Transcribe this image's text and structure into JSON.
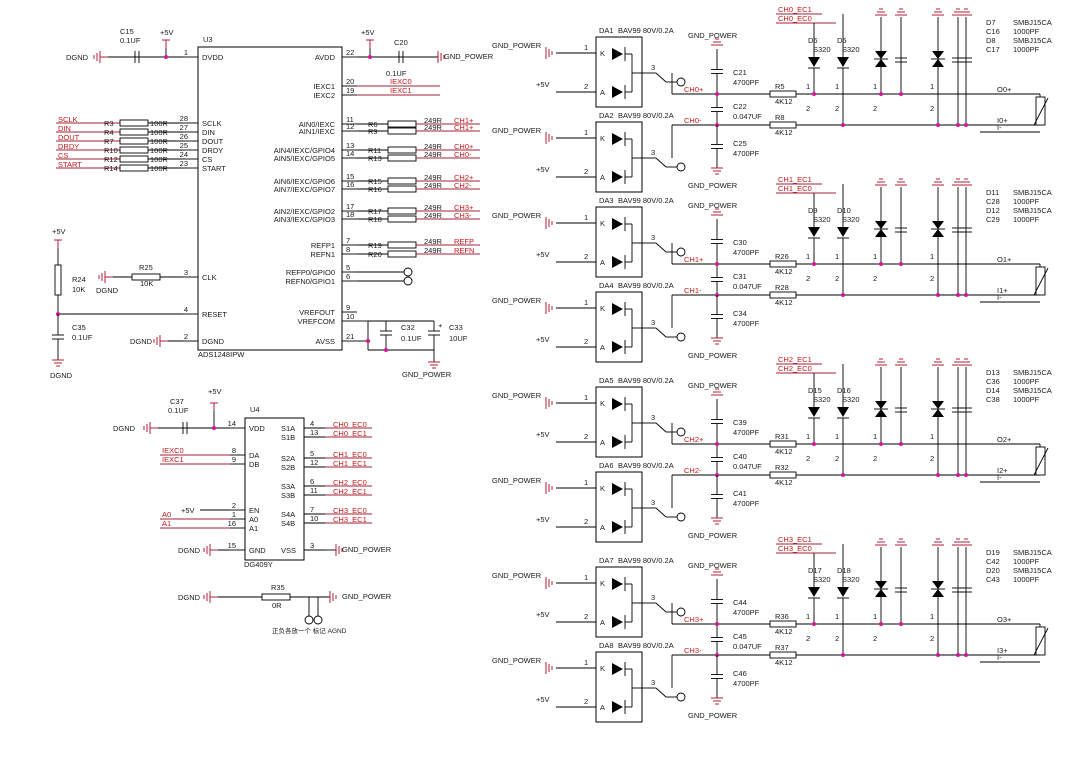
{
  "u3": {
    "ref": "U3",
    "part": "ADS1248IPW",
    "left_pins": [
      {
        "num": "1",
        "name": "DVDD"
      },
      {
        "num": "28",
        "name": "SCLK"
      },
      {
        "num": "27",
        "name": "DIN"
      },
      {
        "num": "26",
        "name": "DOUT"
      },
      {
        "num": "25",
        "name": "DRDY"
      },
      {
        "num": "24",
        "name": "CS"
      },
      {
        "num": "23",
        "name": "START"
      },
      {
        "num": "3",
        "name": "CLK"
      },
      {
        "num": "4",
        "name": "RESET"
      },
      {
        "num": "2",
        "name": "DGND"
      }
    ],
    "right_pins": [
      {
        "num": "22",
        "name": "AVDD"
      },
      {
        "num": "20",
        "name": "IEXC1"
      },
      {
        "num": "19",
        "name": "IEXC2"
      },
      {
        "num": "11",
        "name": "AIN0/IEXC"
      },
      {
        "num": "12",
        "name": "AIN1/IEXC"
      },
      {
        "num": "13",
        "name": "AIN4/IEXC/GPIO4"
      },
      {
        "num": "14",
        "name": "AIN5/IEXC/GPIO5"
      },
      {
        "num": "15",
        "name": "AIN6/IEXC/GPIO6"
      },
      {
        "num": "16",
        "name": "AIN7/IEXC/GPIO7"
      },
      {
        "num": "17",
        "name": "AIN2/IEXC/GPIO2"
      },
      {
        "num": "18",
        "name": "AIN3/IEXC/GPIO3"
      },
      {
        "num": "7",
        "name": "REFP1"
      },
      {
        "num": "8",
        "name": "REFN1"
      },
      {
        "num": "5",
        "name": "REFP0/GPIO0"
      },
      {
        "num": "6",
        "name": "REFN0/GPIO1"
      },
      {
        "num": "9",
        "name": "VREFOUT"
      },
      {
        "num": "10",
        "name": "VREFCOM"
      },
      {
        "num": "21",
        "name": "AVSS"
      }
    ]
  },
  "digital_resistors": [
    {
      "net": "SCLK",
      "ref": "R3",
      "val": "100R"
    },
    {
      "net": "DIN",
      "ref": "R4",
      "val": "100R"
    },
    {
      "net": "DOUT",
      "ref": "R7",
      "val": "100R"
    },
    {
      "net": "DRDY",
      "ref": "R10",
      "val": "100R"
    },
    {
      "net": "CS",
      "ref": "R12",
      "val": "100R"
    },
    {
      "net": "START",
      "ref": "R14",
      "val": "100R"
    }
  ],
  "analog_resistors": [
    {
      "ref": "R6",
      "val": "249R",
      "net": "CH1+"
    },
    {
      "ref": "R9",
      "val": "249R",
      "net": "CH1+"
    },
    {
      "ref": "R11",
      "val": "249R",
      "net": "CH0+"
    },
    {
      "ref": "R13",
      "val": "249R",
      "net": "CH0-"
    },
    {
      "ref": "R15",
      "val": "249R",
      "net": "CH2+"
    },
    {
      "ref": "R16",
      "val": "249R",
      "net": "CH2-"
    },
    {
      "ref": "R17",
      "val": "249R",
      "net": "CH3+"
    },
    {
      "ref": "R18",
      "val": "249R",
      "net": "CH3-"
    },
    {
      "ref": "R19",
      "val": "249R",
      "net": "REFP"
    },
    {
      "ref": "R20",
      "val": "249R",
      "net": "REFN"
    }
  ],
  "u3_misc": {
    "c15_ref": "C15",
    "c15_val": "0.1UF",
    "c20_ref": "C20",
    "c20_val": "0.1UF",
    "c32_ref": "C32",
    "c32_val": "0.1UF",
    "c33_ref": "C33",
    "c33_val": "10UF",
    "c35_ref": "C35",
    "c35_val": "0.1UF",
    "r24_ref": "R24",
    "r24_val": "10K",
    "r25_ref": "R25",
    "r25_val": "10K",
    "iexc0": "IEXC0",
    "iexc1": "IEXC1",
    "plus": "+"
  },
  "u4": {
    "ref": "U4",
    "part": "DG409Y",
    "left_pins": [
      {
        "num": "14",
        "name": "VDD"
      },
      {
        "num": "8",
        "name": "DA"
      },
      {
        "num": "9",
        "name": "DB"
      },
      {
        "num": "2",
        "name": "EN"
      },
      {
        "num": "1",
        "name": "A0"
      },
      {
        "num": "16",
        "name": "A1"
      },
      {
        "num": "15",
        "name": "GND"
      }
    ],
    "right_pins": [
      {
        "num": "4",
        "name": "S1A",
        "net": "CH0_EC0"
      },
      {
        "num": "13",
        "name": "S1B",
        "net": "CH0_EC1"
      },
      {
        "num": "5",
        "name": "S2A",
        "net": "CH1_EC0"
      },
      {
        "num": "12",
        "name": "S2B",
        "net": "CH1_EC1"
      },
      {
        "num": "6",
        "name": "S3A",
        "net": "CH2_EC0"
      },
      {
        "num": "11",
        "name": "S3B",
        "net": "CH2_EC1"
      },
      {
        "num": "7",
        "name": "S4A",
        "net": "CH3_EC0"
      },
      {
        "num": "10",
        "name": "S4B",
        "net": "CH3_EC1"
      },
      {
        "num": "3",
        "name": "VSS",
        "net": "GND_POWER"
      }
    ],
    "c37_ref": "C37",
    "c37_val": "0.1UF",
    "exc0": "IEXC0",
    "exc1": "IEXC1",
    "a0": "A0",
    "a1": "A1"
  },
  "r35": {
    "ref": "R35",
    "val": "0R",
    "note": "正负各放一个  标记  AGND"
  },
  "nets": {
    "dgnd": "DGND",
    "gnd_power": "GND_POWER",
    "p5v": "+5V"
  },
  "diode_part": "BAV99 80V/0.2A",
  "diode_pins": {
    "k": "K",
    "a": "A",
    "p1": "1",
    "p2": "2",
    "p3": "3"
  },
  "tvs_pins": {
    "p1": "1",
    "p2": "2"
  },
  "channels": [
    {
      "ec1": "CH0_EC1",
      "ec0": "CH0_EC0",
      "top": {
        "da": "DA1",
        "net": "CH0+",
        "c1": "C21",
        "c2": "C22",
        "c1v": "4700PF",
        "c2v": "0.047UF",
        "r": "R5",
        "rv": "4K12",
        "out": "O0+"
      },
      "bot": {
        "da": "DA2",
        "net": "CH0-",
        "c": "C25",
        "cv": "4700PF",
        "r": "R8",
        "rv": "4K12",
        "out": "I0+",
        "out2": "I-"
      },
      "dz": [
        "D6",
        "D5"
      ],
      "dzv": "S320",
      "tvs": [
        {
          "ref": "D7",
          "val": "SMBJ15CA"
        },
        {
          "ref": "C16",
          "val": "1000PF"
        },
        {
          "ref": "D8",
          "val": "SMBJ15CA"
        },
        {
          "ref": "C17",
          "val": "1000PF"
        }
      ]
    },
    {
      "ec1": "CH1_EC1",
      "ec0": "CH1_EC0",
      "top": {
        "da": "DA3",
        "net": "CH1+",
        "c1": "C30",
        "c2": "C31",
        "c1v": "4700PF",
        "c2v": "0.047UF",
        "r": "R26",
        "rv": "4K12",
        "out": "O1+"
      },
      "bot": {
        "da": "DA4",
        "net": "CH1-",
        "c": "C34",
        "cv": "4700PF",
        "r": "R28",
        "rv": "4K12",
        "out": "I1+",
        "out2": "I-"
      },
      "dz": [
        "D9",
        "D10"
      ],
      "dzv": "S320",
      "tvs": [
        {
          "ref": "D11",
          "val": "SMBJ15CA"
        },
        {
          "ref": "C28",
          "val": "1000PF"
        },
        {
          "ref": "D12",
          "val": "SMBJ15CA"
        },
        {
          "ref": "C29",
          "val": "1000PF"
        }
      ]
    },
    {
      "ec1": "CH2_EC1",
      "ec0": "CH2_EC0",
      "top": {
        "da": "DA5",
        "net": "CH2+",
        "c1": "C39",
        "c2": "C40",
        "c1v": "4700PF",
        "c2v": "0.047UF",
        "r": "R31",
        "rv": "4K12",
        "out": "O2+"
      },
      "bot": {
        "da": "DA6",
        "net": "CH2-",
        "c": "C41",
        "cv": "4700PF",
        "r": "R32",
        "rv": "4K12",
        "out": "I2+",
        "out2": "I-"
      },
      "dz": [
        "D15",
        "D16"
      ],
      "dzv": "S320",
      "tvs": [
        {
          "ref": "D13",
          "val": "SMBJ15CA"
        },
        {
          "ref": "C36",
          "val": "1000PF"
        },
        {
          "ref": "D14",
          "val": "SMBJ15CA"
        },
        {
          "ref": "C38",
          "val": "1000PF"
        }
      ]
    },
    {
      "ec1": "CH3_EC1",
      "ec0": "CH3_EC0",
      "top": {
        "da": "DA7",
        "net": "CH3+",
        "c1": "C44",
        "c2": "C45",
        "c1v": "4700PF",
        "c2v": "0.047UF",
        "r": "R36",
        "rv": "4K12",
        "out": "O3+"
      },
      "bot": {
        "da": "DA8",
        "net": "CH3-",
        "c": "C46",
        "cv": "4700PF",
        "r": "R37",
        "rv": "4K12",
        "out": "I3+",
        "out2": "I-"
      },
      "dz": [
        "D17",
        "D18"
      ],
      "dzv": "S320",
      "tvs": [
        {
          "ref": "D19",
          "val": "SMBJ15CA"
        },
        {
          "ref": "C42",
          "val": "1000PF"
        },
        {
          "ref": "D20",
          "val": "SMBJ15CA"
        },
        {
          "ref": "C43",
          "val": "1000PF"
        }
      ]
    }
  ]
}
